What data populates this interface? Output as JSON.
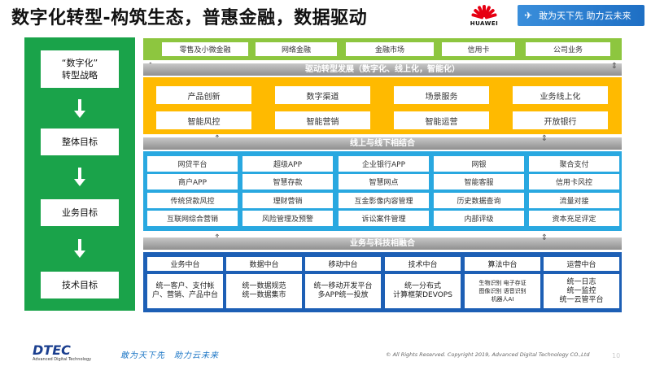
{
  "title": "数字化转型-构筑生态，普惠金融，数据驱动",
  "logo": {
    "brand": "HUAWEI",
    "color": "#e60012"
  },
  "slogan_banner": "敢为天下先 助力云未来",
  "left": {
    "boxes": [
      "“数字化”\n转型战略",
      "整体目标",
      "业务目标",
      "技术目标"
    ]
  },
  "bars": {
    "drive": "驱动转型发展（数字化、线上化，智能化）",
    "online": "线上与线下相结合",
    "fusion": "业务与科技相融合"
  },
  "green_row": [
    "零售及小微金融",
    "网络金融",
    "金融市场",
    "信用卡",
    "公司业务"
  ],
  "orange_rows": [
    [
      "产品创新",
      "数字渠道",
      "场景服务",
      "业务线上化"
    ],
    [
      "智能风控",
      "智能营销",
      "智能运营",
      "开放银行"
    ]
  ],
  "blue_rows": [
    [
      "网贷平台",
      "超级APP",
      "企业银行APP",
      "网银",
      "聚合支付"
    ],
    [
      "商户APP",
      "智慧存款",
      "智慧网点",
      "智能客服",
      "信用卡风控"
    ],
    [
      "传统贷款风控",
      "理财营销",
      "互金影像内容管理",
      "历史数据查询",
      "流量对接"
    ],
    [
      "互联网综合营销",
      "风险管理及预警",
      "诉讼案件管理",
      "内部评级",
      "资本充足评定"
    ]
  ],
  "platforms": [
    {
      "head": "业务中台",
      "body": "统一客户、支付帐户、营销、产品中台",
      "small": false
    },
    {
      "head": "数据中台",
      "body": "统一数据规范\n统一数据集市",
      "small": false
    },
    {
      "head": "移动中台",
      "body": "统一移动开发平台\n多APP统一投放",
      "small": false
    },
    {
      "head": "技术中台",
      "body": "统一分布式\n计算框架DEVOPS",
      "small": false
    },
    {
      "head": "算法中台",
      "body": "生物识别  电子存证\n图像识别  语音识别\n机器人AI",
      "small": true
    },
    {
      "head": "运营中台",
      "body": "统一日志\n统一监控\n统一云管平台",
      "small": false
    }
  ],
  "footer": {
    "company": "DTEC",
    "company_sub": "Advanced Digital Technology",
    "slogan": "敢为天下先　助力云未来",
    "copyright": "© All Rights Reserved. Copyright 2019, Advanced Digital Technology CO.,Ltd",
    "page": "10"
  },
  "colors": {
    "green_col": "#1aa34a",
    "green_band": "#8dc63f",
    "orange_band": "#ffba00",
    "blue_band": "#29a8e0",
    "navy_band": "#1d5fb5"
  }
}
